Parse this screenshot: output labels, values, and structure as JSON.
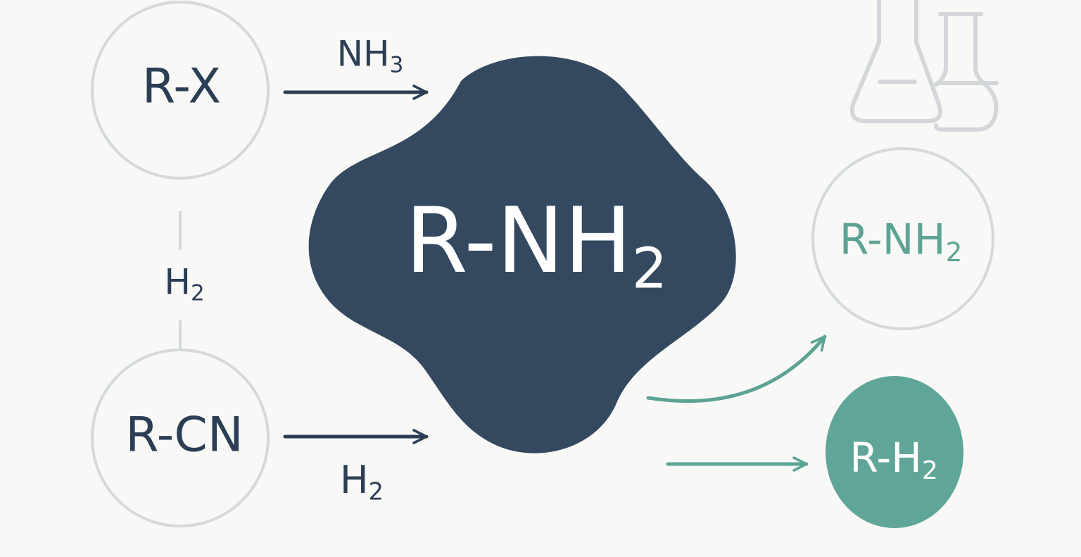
{
  "nodes": {
    "haloalkane": {
      "main": "R-X",
      "sub": ""
    },
    "nitrile": {
      "main": "R-CN",
      "sub": ""
    },
    "product": {
      "main": "R-NH",
      "sub": "2"
    },
    "product_small": {
      "main": "R-NH",
      "sub": "2"
    },
    "side_product": {
      "main": "R-H",
      "sub": "2"
    }
  },
  "reagents": {
    "ammonia": {
      "main": "NH",
      "sub": "3"
    },
    "hydrogen_link": {
      "main": "H",
      "sub": "2"
    },
    "hydrogen_bottom": {
      "main": "H",
      "sub": "2"
    }
  },
  "colors": {
    "background": "#f8f8f6",
    "dark_navy": "#2c3e55",
    "blob": "#34495f",
    "teal": "#5da394",
    "teal_fill": "#60a698",
    "circle_outline": "#d4d9dc",
    "flask_outline": "#d3d7da"
  },
  "icons": [
    "flask-icon",
    "beaker-icon"
  ]
}
